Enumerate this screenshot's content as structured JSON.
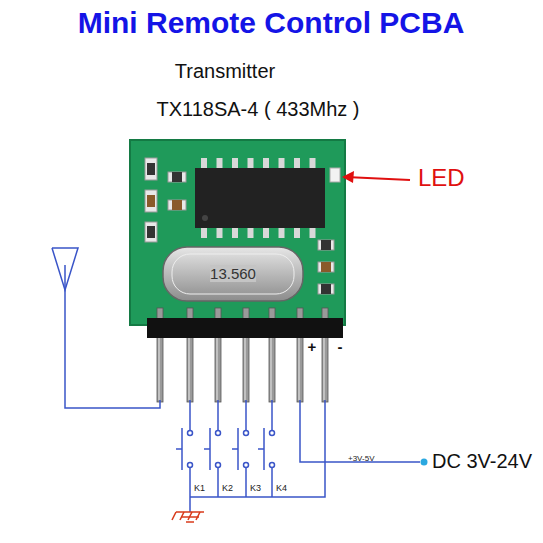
{
  "diagram": {
    "title": "Mini Remote Control PCBA",
    "labels": [
      "Transmitter",
      "TX118SA-4 ( 433Mhz )",
      "LED",
      "13.560",
      "+",
      "-",
      "K1",
      "K2",
      "K3",
      "K4",
      "+3V-5V",
      "DC 3V-24V"
    ]
  }
}
